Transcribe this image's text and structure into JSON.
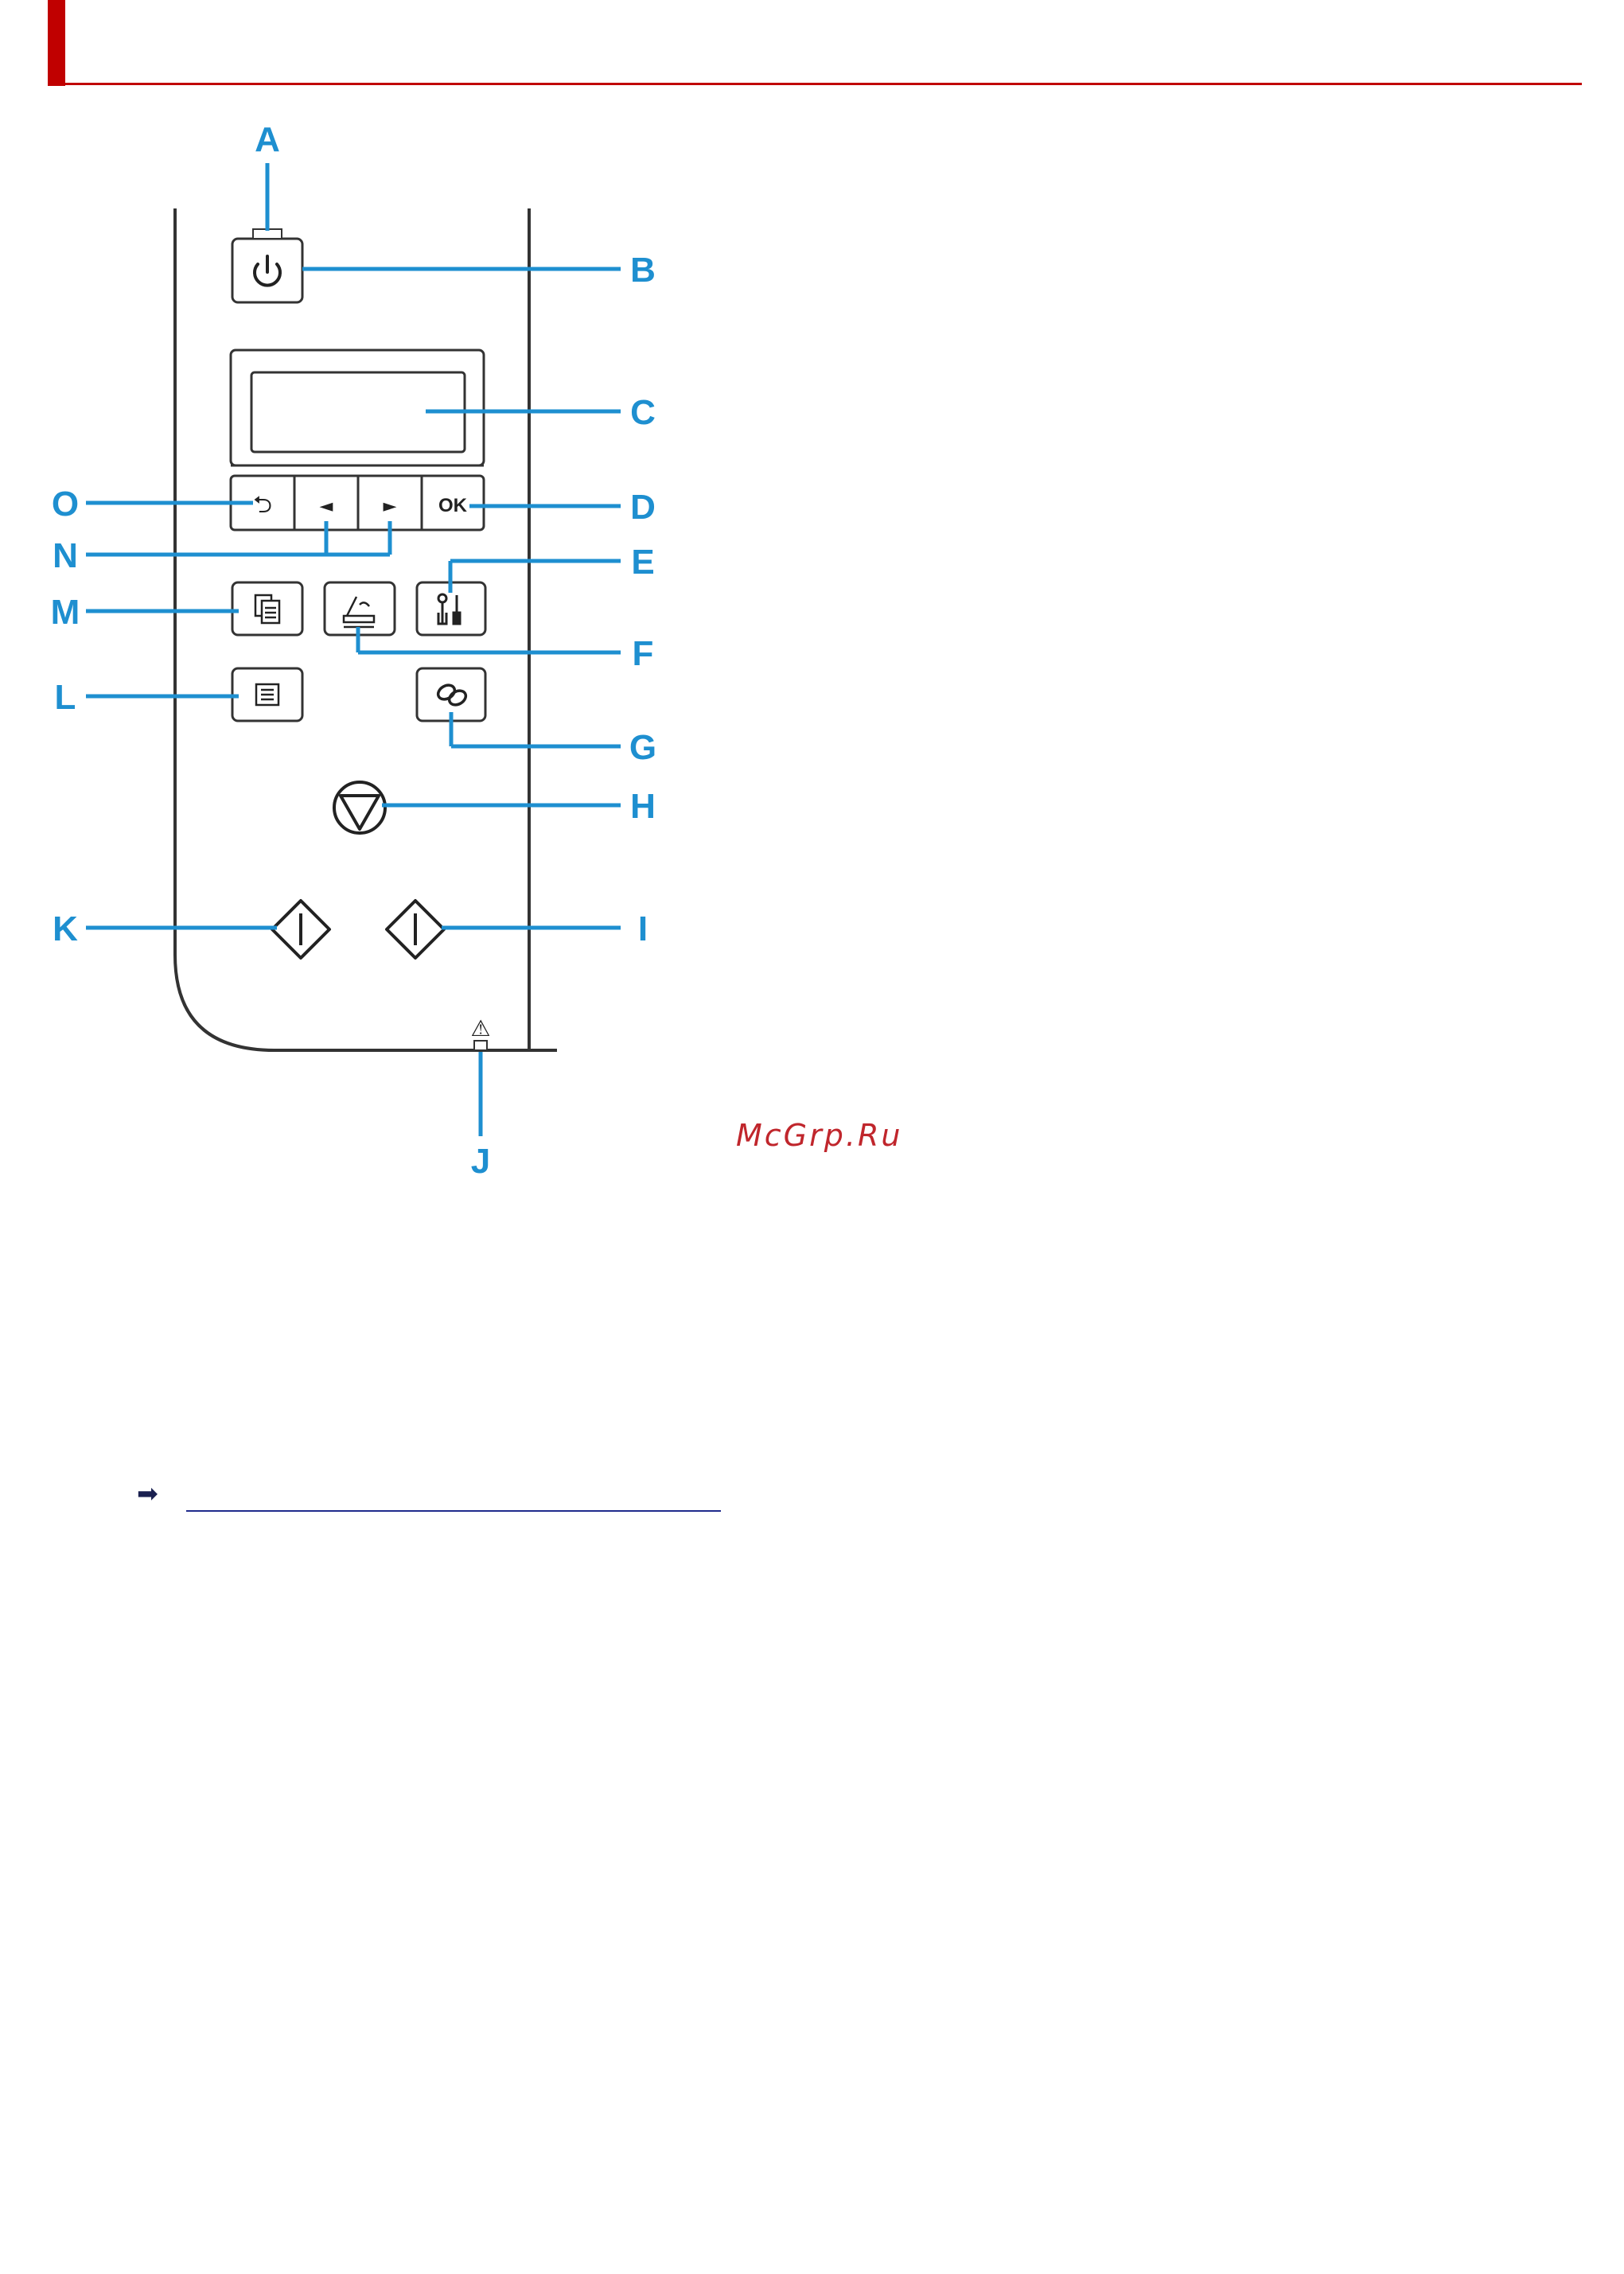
{
  "panel": {
    "callouts": {
      "A": "A",
      "B": "B",
      "C": "C",
      "D": "D",
      "E": "E",
      "F": "F",
      "G": "G",
      "H": "H",
      "I": "I",
      "J": "J",
      "K": "K",
      "L": "L",
      "M": "M",
      "N": "N",
      "O": "O"
    },
    "buttons": {
      "ok_label": "OK",
      "left_arrow_glyph": "◄",
      "right_arrow_glyph": "►",
      "back_glyph": "⮌",
      "alarm_glyph": "⚠"
    }
  },
  "watermark": "McGrp.Ru",
  "link": {
    "arrow_glyph": "➡",
    "text": ""
  },
  "colors": {
    "accent_red": "#c00000",
    "callout_blue": "#1e8fd0",
    "panel_stroke": "#333333",
    "link_blue": "#1f2a8c",
    "watermark_red": "#c0262c"
  }
}
